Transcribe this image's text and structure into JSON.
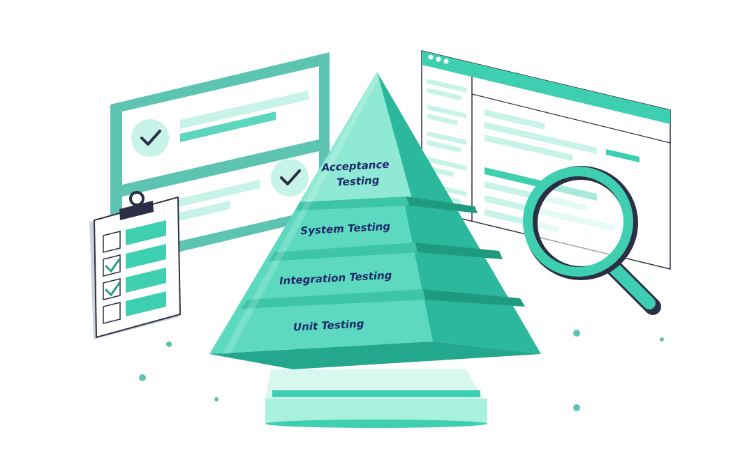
{
  "pyramid": {
    "tiers": [
      {
        "id": "acceptance",
        "lines": [
          "Acceptance",
          "Testing"
        ]
      },
      {
        "id": "system",
        "lines": [
          "System Testing"
        ]
      },
      {
        "id": "integration",
        "lines": [
          "Integration Testing"
        ]
      },
      {
        "id": "unit",
        "lines": [
          "Unit Testing"
        ]
      }
    ]
  },
  "icons": {
    "checklist_card": "check-card-icon",
    "clipboard": "clipboard-icon",
    "browser_window": "browser-window-icon",
    "magnifier": "magnifying-glass-icon"
  },
  "colors": {
    "accent": "#3ecfb0",
    "accent_dark": "#2aa58c",
    "accent_light": "#a9f0de",
    "panel": "#5cc4b0",
    "ink": "#2b2f45",
    "label": "#1f2a6b"
  }
}
